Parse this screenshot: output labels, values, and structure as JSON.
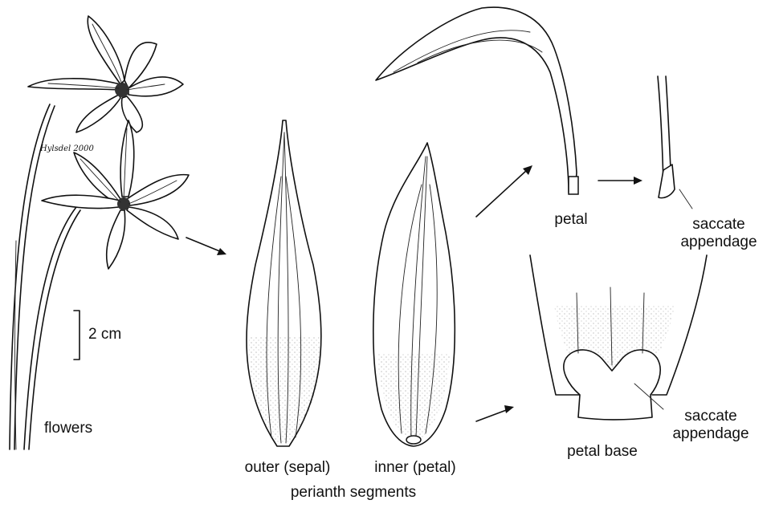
{
  "labels": {
    "flowers": "flowers",
    "scale": "2 cm",
    "outer": "outer (sepal)",
    "inner": "inner (petal)",
    "perianth": "perianth segments",
    "petal": "petal",
    "saccate_top": "saccate\nappendage",
    "saccate_bottom": "saccate\nappendage",
    "petal_base": "petal base",
    "signature": "Hylsdel 2000"
  },
  "colors": {
    "ink": "#111111",
    "background": "#ffffff"
  }
}
